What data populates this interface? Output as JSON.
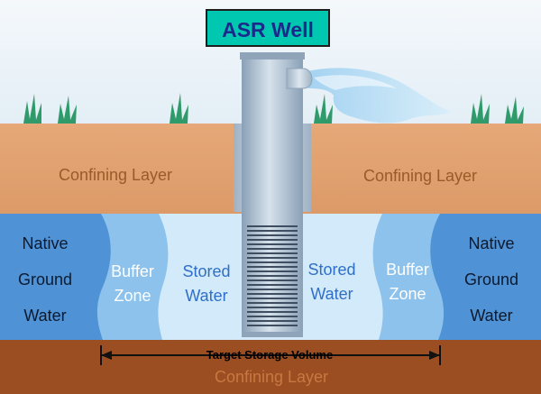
{
  "title": "ASR Well",
  "labels": {
    "confining_left": "Confining Layer",
    "confining_right": "Confining Layer",
    "confining_bottom": "Confining Layer",
    "native_left": [
      "Native",
      "Ground",
      "Water"
    ],
    "native_right": [
      "Native",
      "Ground",
      "Water"
    ],
    "buffer_left": [
      "Buffer",
      "Zone"
    ],
    "buffer_right": [
      "Buffer",
      "Zone"
    ],
    "stored_left": [
      "Stored",
      "Water"
    ],
    "stored_right": [
      "Stored",
      "Water"
    ],
    "target_volume": "Target Storage Volume"
  },
  "colors": {
    "sky": "#e8f2f8",
    "soil": "#e2a270",
    "soil_text": "#9a5a2a",
    "aquifer_native": "#4f93d6",
    "buffer": "#8cc2ec",
    "stored": "#cfe8f8",
    "bottom_layer": "#9a4e22",
    "bottom_text": "#c87840",
    "well": "#a9bccf",
    "title_bg": "#00c8b0",
    "title_text": "#1a2a8a",
    "grass": "#2f9a6a"
  }
}
